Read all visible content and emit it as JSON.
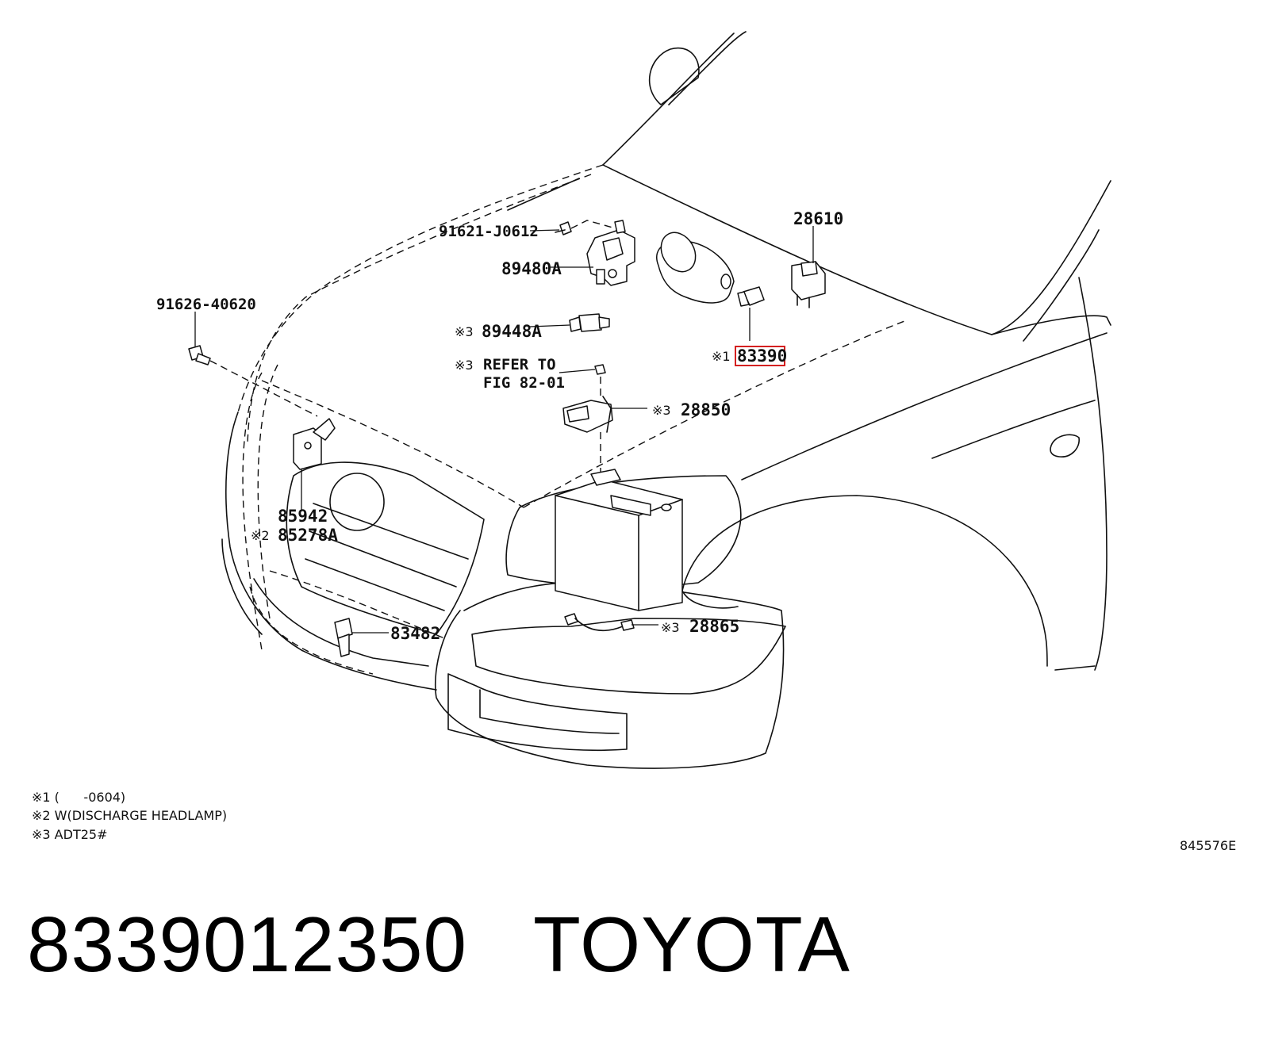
{
  "callouts": {
    "p91621": "91621-J0612",
    "p89480A": "89480A",
    "p91626": "91626-40620",
    "m89448A": "※3",
    "p89448A": "89448A",
    "m_refer": "※3",
    "refer_line1": "REFER TO",
    "refer_line2": "FIG 82-01",
    "p28610": "28610",
    "m83390": "※1",
    "p83390": "83390",
    "m28850": "※3",
    "p28850": "28850",
    "p85942": "85942",
    "m85278A": "※2",
    "p85278A": "85278A",
    "p83482": "83482",
    "m28865": "※3",
    "p28865": "28865"
  },
  "highlight_color": "#d42020",
  "notes": [
    "※1 (      -0604)",
    "※2 W(DISCHARGE HEADLAMP)",
    "※3 ADT25#"
  ],
  "figure_id": "845576E",
  "footer": {
    "part_number": "8339012350",
    "brand": "TOYOTA"
  }
}
